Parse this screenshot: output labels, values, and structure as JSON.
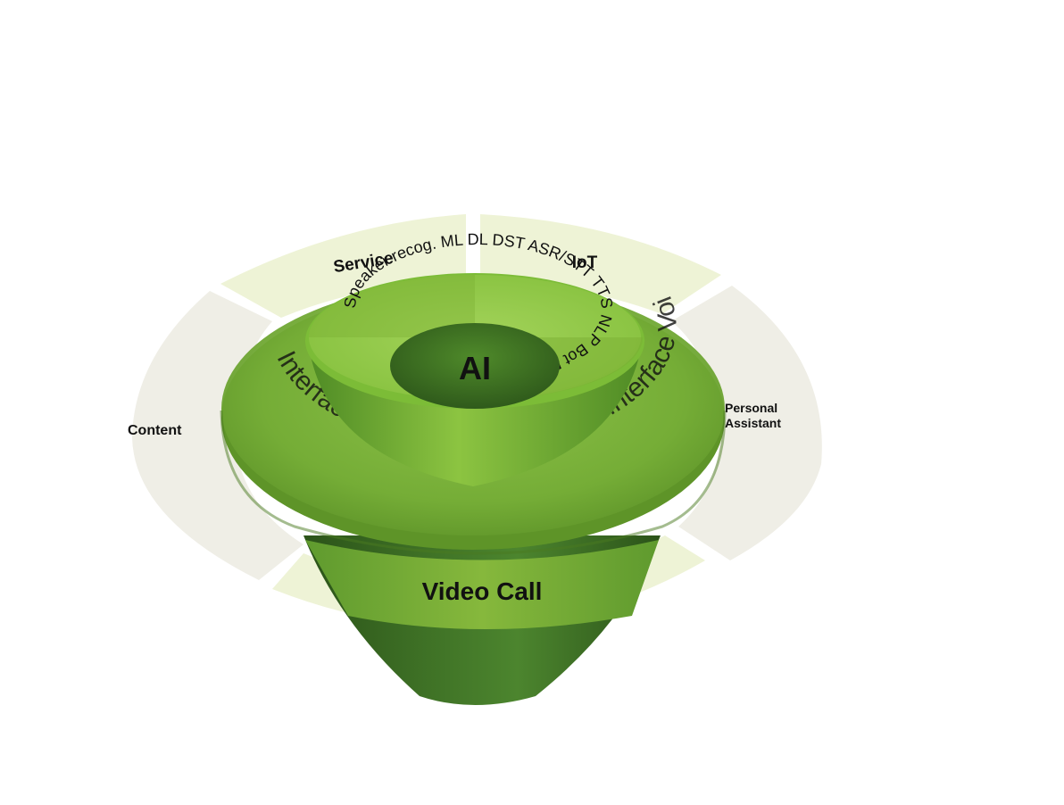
{
  "outer_segments": {
    "service": "Service",
    "iot": "IoT",
    "personal_assistant_line1": "Personal",
    "personal_assistant_line2": "Assistant",
    "content": "Content"
  },
  "middle_ring": {
    "text": "Interface Voice Interface Voice Interface Voice Interface Voice"
  },
  "inner_ring": {
    "text": "Speaker recog. ML DL DST ASR/STT TTS NLP Bot Face recog."
  },
  "core": {
    "label": "AI"
  },
  "base": {
    "label": "Video Call"
  },
  "colors": {
    "outer_segment_light_green": "#eef3d6",
    "outer_segment_gray": "#efeee6",
    "ring_green": "#7ab23a",
    "inner_green": "#8cc63f",
    "core_dark": "#3b6d22",
    "cone_dark": "#2f5a1e"
  }
}
